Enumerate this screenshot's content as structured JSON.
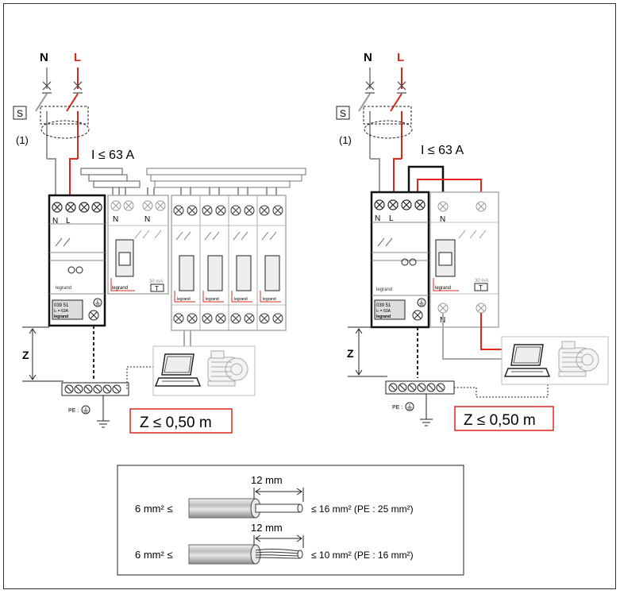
{
  "left": {
    "neutral_label": "N",
    "live_label": "L",
    "switch_label": "S",
    "note_label": "(1)",
    "current_label": "I ≤ 63 A",
    "terminal_n": "N",
    "terminal_l": "L",
    "terminal_n2": "N",
    "terminal_n3": "N",
    "brand": "legrand",
    "rcd_rating": "30 mA",
    "test_button": "T",
    "module_ref": "039 51",
    "module_current": "Iₙ = 63A",
    "module_brand": "legrand",
    "z_label": "Z",
    "pe_label": "PE :",
    "z_limit": "Z ≤ 0,50 m"
  },
  "right": {
    "neutral_label": "N",
    "live_label": "L",
    "switch_label": "S",
    "note_label": "(1)",
    "current_label": "I ≤ 63 A",
    "terminal_n": "N",
    "terminal_l": "L",
    "terminal_n2": "N",
    "terminal_n3": "N",
    "brand": "legrand",
    "rcd_rating": "30 mA",
    "test_button": "T",
    "module_ref": "039 51",
    "module_current": "Iₙ = 63A",
    "module_brand": "legrand",
    "z_label": "Z",
    "pe_label": "PE :",
    "z_limit": "Z ≤ 0,50 m"
  },
  "cables": {
    "length_1": "12 mm",
    "length_2": "12 mm",
    "min_1": "6 mm² ≤",
    "max_1": "≤ 16 mm² (PE : 25 mm²)",
    "min_2": "6 mm² ≤",
    "max_2": "≤ 10 mm² (PE : 16 mm²)"
  },
  "colors": {
    "live": "#e1251b",
    "neutral": "#aaaaaa",
    "frame": "#222222"
  }
}
